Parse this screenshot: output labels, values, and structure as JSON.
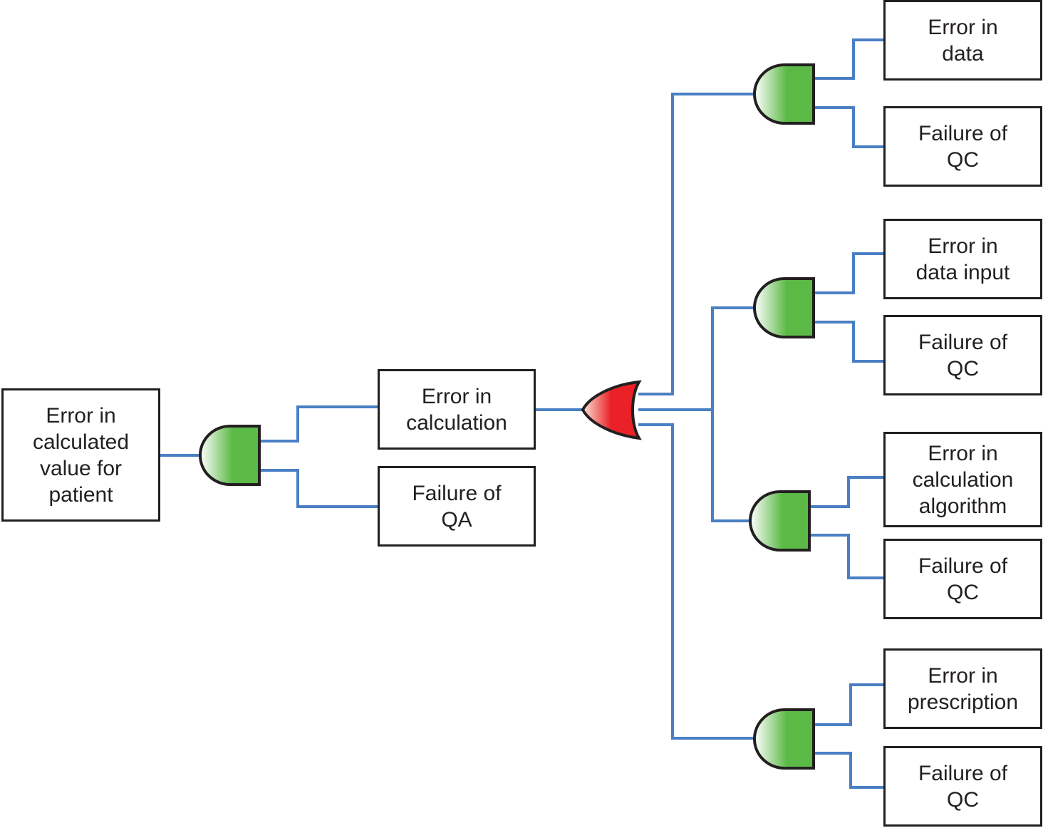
{
  "title": "Fault tree: Error in calculated value for patient",
  "colors": {
    "connector": "#4a7fc4",
    "and_gate_fill": "#5bb946",
    "or_gate_fill": "#ea2127",
    "outline": "#231f20"
  },
  "nodes": {
    "top_event": "Error in\ncalculated\nvalue for\npatient",
    "error_in_calculation": "Error in\ncalculation",
    "failure_of_qa": "Failure of\nQA",
    "error_in_data": "Error in\ndata",
    "failure_of_qc_1": "Failure of\nQC",
    "error_in_data_input": "Error in\ndata input",
    "failure_of_qc_2": "Failure of\nQC",
    "error_in_calculation_algorithm": "Error in\ncalculation\nalgorithm",
    "failure_of_qc_3": "Failure of\nQC",
    "error_in_prescription": "Error in\nprescription",
    "failure_of_qc_4": "Failure of\nQC"
  },
  "gates": [
    {
      "id": "and-gate-top",
      "type": "AND",
      "output": "top_event",
      "inputs": [
        "error_in_calculation",
        "failure_of_qa"
      ]
    },
    {
      "id": "or-gate-calculation",
      "type": "OR",
      "output": "error_in_calculation",
      "inputs": [
        "and-gate-data",
        "and-gate-data-input",
        "and-gate-algorithm",
        "and-gate-prescription"
      ]
    },
    {
      "id": "and-gate-data",
      "type": "AND",
      "inputs": [
        "error_in_data",
        "failure_of_qc_1"
      ]
    },
    {
      "id": "and-gate-data-input",
      "type": "AND",
      "inputs": [
        "error_in_data_input",
        "failure_of_qc_2"
      ]
    },
    {
      "id": "and-gate-algorithm",
      "type": "AND",
      "inputs": [
        "error_in_calculation_algorithm",
        "failure_of_qc_3"
      ]
    },
    {
      "id": "and-gate-prescription",
      "type": "AND",
      "inputs": [
        "error_in_prescription",
        "failure_of_qc_4"
      ]
    }
  ]
}
